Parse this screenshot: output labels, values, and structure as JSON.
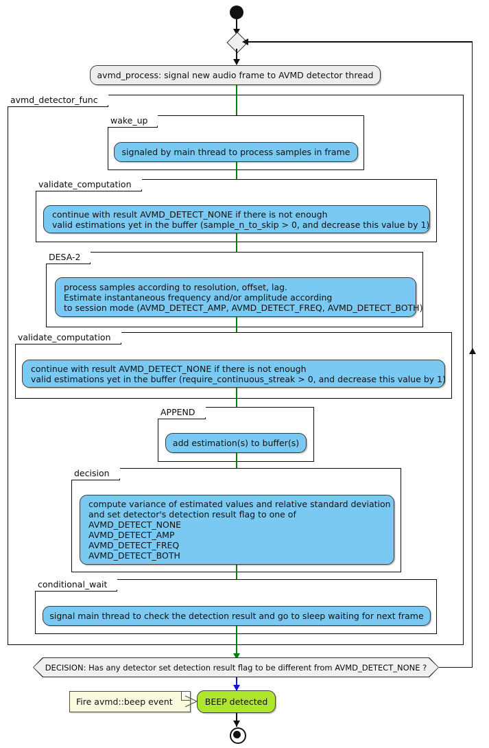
{
  "diagram": {
    "title": "AVMD detector activity diagram",
    "colors": {
      "activity_blue": "#79C9F2",
      "activity_grey": "#EDEDED",
      "activity_green": "#AEE62E",
      "note_yellow": "#FBFBE0",
      "flow_green": "#008000",
      "flow_blue": "#1111DD",
      "flow_black": "#101010"
    },
    "nodes": {
      "start": "start-node",
      "merge": "merge-diamond",
      "end": "end-node"
    },
    "entry_activity": "avmd_process: signal new audio frame to AVMD detector thread",
    "partitions": {
      "outer": "avmd_detector_func",
      "wake_up": "wake_up",
      "validate_computation_1": "validate_computation",
      "desa2": "DESA-2",
      "validate_computation_2": "validate_computation",
      "append": "APPEND",
      "decision": "decision",
      "conditional_wait": "conditional_wait"
    },
    "activities": {
      "wake_up": "signaled by main thread to process samples in frame",
      "validate_1_line1": "continue with result AVMD_DETECT_NONE if there is not enough",
      "validate_1_line2": "valid estimations yet in the buffer (sample_n_to_skip > 0, and decrease this value by 1)",
      "desa2_line1": "process samples according to resolution, offset, lag.",
      "desa2_line2": "Estimate instantaneous frequency and/or amplitude according",
      "desa2_line3": "to session mode (AVMD_DETECT_AMP, AVMD_DETECT_FREQ, AVMD_DETECT_BOTH)",
      "validate_2_line1": "continue with result AVMD_DETECT_NONE if there is not enough",
      "validate_2_line2": "valid estimations yet in the buffer (require_continuous_streak > 0, and decrease this value by 1)",
      "append": "add estimation(s) to buffer(s)",
      "decision_line1": "compute variance of estimated values and relative standard deviation",
      "decision_line2": "and set detector's detection result flag to one of",
      "decision_line3": "AVMD_DETECT_NONE",
      "decision_line4": "AVMD_DETECT_AMP",
      "decision_line5": "AVMD_DETECT_FREQ",
      "decision_line6": "AVMD_DETECT_BOTH",
      "conditional_wait": "signal main thread to check the detection result and go to sleep waiting for next frame",
      "beep": "BEEP detected"
    },
    "decision_node": "DECISION: Has any detector set detection result flag to be different from AVMD_DETECT_NONE ?",
    "note": "Fire avmd::beep event"
  }
}
